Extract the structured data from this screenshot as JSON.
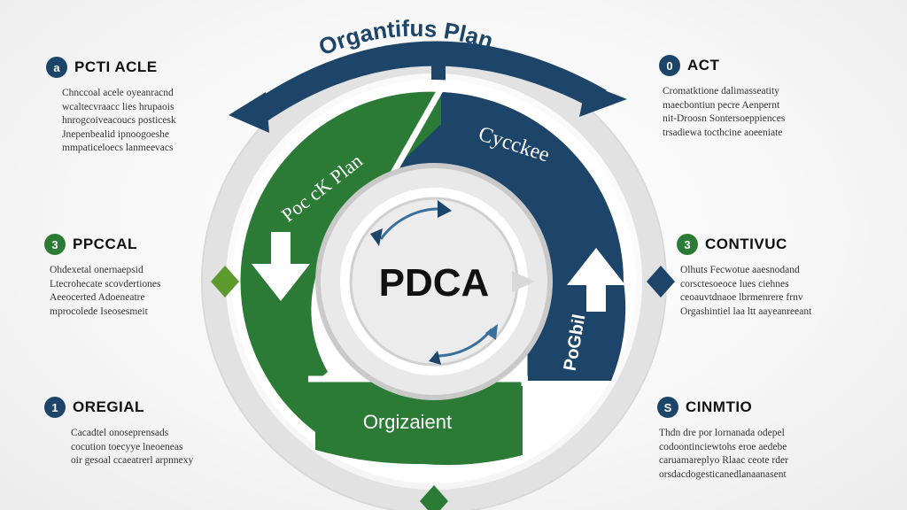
{
  "diagram": {
    "top_banner": "Organtifus Plan",
    "center": "PDCA",
    "quadrants": {
      "top_left": "Poc cK Plan",
      "top_right": "Cycckee",
      "bottom_left": "Orgizaient",
      "bottom_right": "PoGbil"
    }
  },
  "panels": [
    {
      "id": "pcti-acle",
      "badge": "a",
      "badge_color": "navy",
      "title": "PCTI ACLE",
      "lines": [
        "Chnccoal acele oyeanracnd",
        "wcaltecvraacc lies hrupaois",
        "hnrogcoiveacoucs posticesk",
        "Jnepenbealid ipnoogoeshe",
        "mmpaticeloecs lanmeevacs"
      ]
    },
    {
      "id": "act",
      "badge": "0",
      "badge_color": "navy",
      "title": "ACT",
      "lines": [
        "Cromatktione dalimasseatity",
        "maecbontiun pecre Aenpernt",
        "nit-Droosn Sontersoeppiences",
        "trsadiewa tocthcine aoeeniate"
      ]
    },
    {
      "id": "ppccal",
      "badge": "3",
      "badge_color": "green",
      "title": "PPCCAL",
      "lines": [
        "Ohdexetal onernaepsid",
        "Ltecrohecate scovdertiones",
        "Aeeocerted Adoeneatre",
        "mprocolede Iseosesmeit"
      ]
    },
    {
      "id": "contivuc",
      "badge": "3",
      "badge_color": "green",
      "title": "CONTIVUC",
      "lines": [
        "Olhuts Fecwotue aaesnodand",
        "corsctesoeoce lues ciehnes",
        "ceoauvtdnaoe lbrmenrere frnv",
        "Orgashintiel laa ltt aayeanreeant"
      ]
    },
    {
      "id": "oregial",
      "badge": "1",
      "badge_color": "navy",
      "title": "OREGIAL",
      "lines": [
        "Cacadtel onoseprensads",
        "cocution toecyye lneoeneas",
        "oir gesoal ccaeatrerl arpnnexy"
      ]
    },
    {
      "id": "cinmtio",
      "badge": "S",
      "badge_color": "navy",
      "title": "CINMTIO",
      "lines": [
        "Thdn dre por lornanada odepel",
        "codoontinciewtohs eroe aedebe",
        "caruamareplyo Rlaac ceote rder",
        "orsdacdogesticanedlanaanasent"
      ]
    }
  ]
}
